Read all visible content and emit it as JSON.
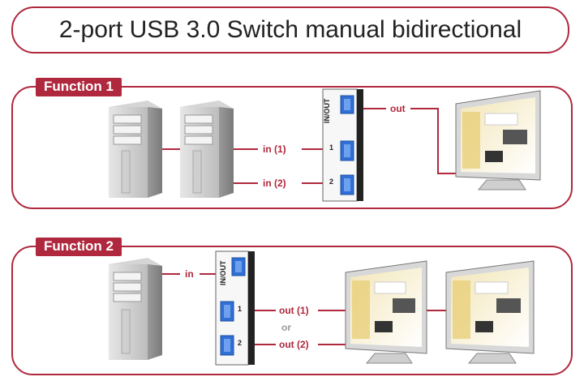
{
  "title": "2-port USB 3.0 Switch manual bidirectional",
  "function1": {
    "label": "Function 1",
    "port_top": "IN/OUT",
    "port1": "1",
    "port2": "2",
    "out": "out",
    "in1": "in (1)",
    "in2": "in (2)"
  },
  "function2": {
    "label": "Function 2",
    "port_top": "IN/OUT",
    "port1": "1",
    "port2": "2",
    "in": "in",
    "out1": "out (1)",
    "or": "or",
    "out2": "out (2)"
  },
  "colors": {
    "accent": "#b0283d",
    "usb_blue": "#2f6fd6"
  }
}
